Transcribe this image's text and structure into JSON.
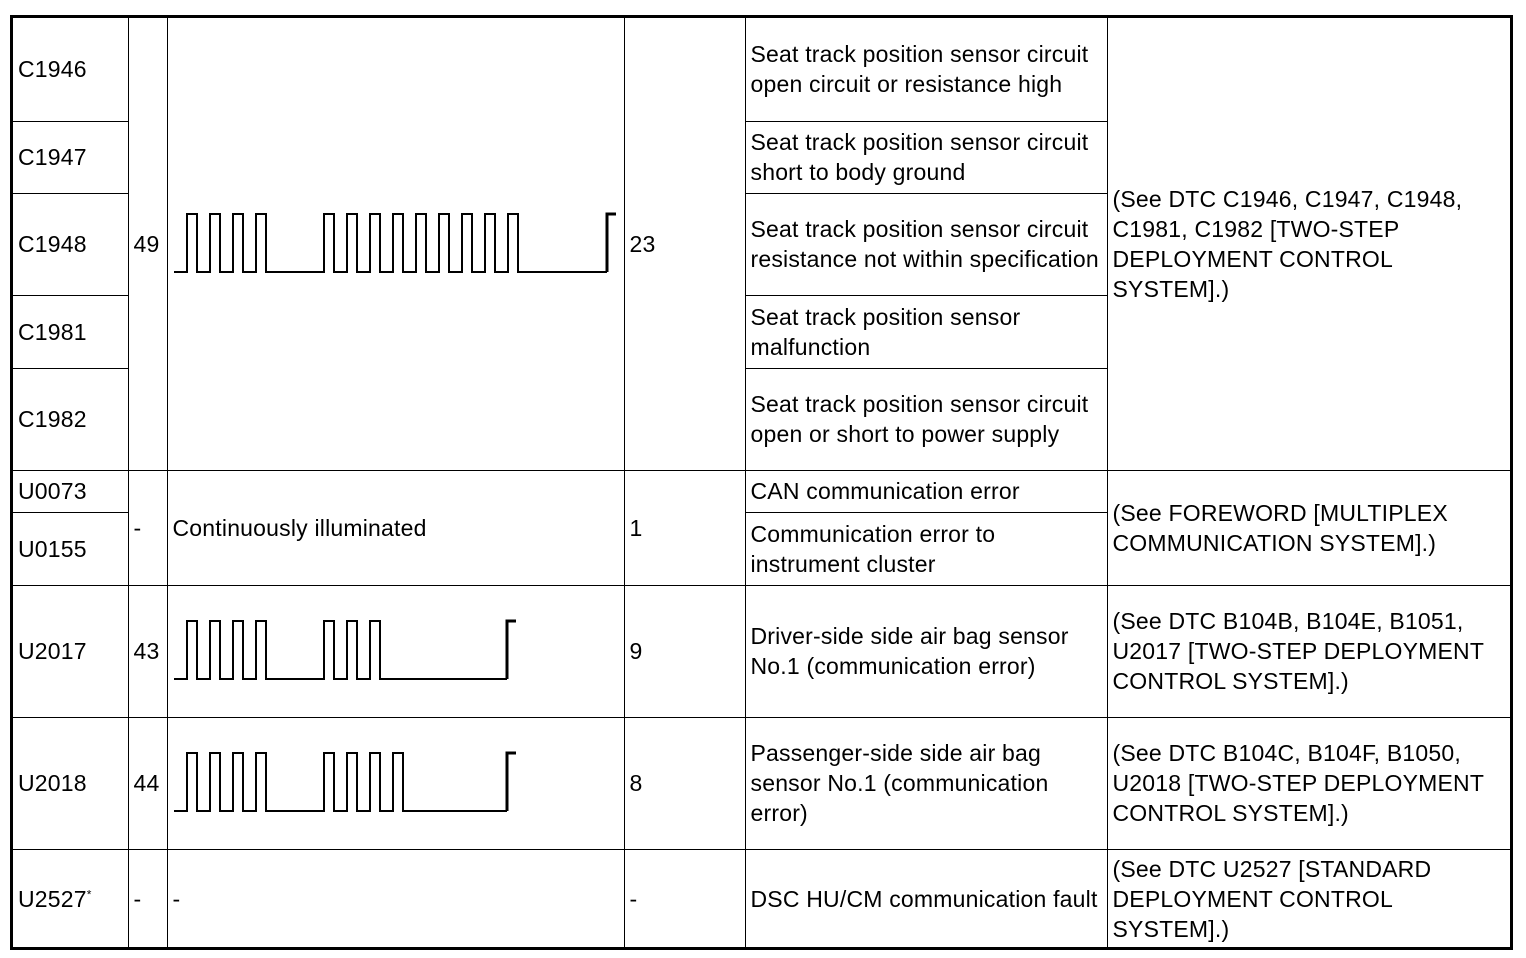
{
  "rows": [
    {
      "code": "C1946",
      "desc": "Seat track position sensor circuit open circuit or resistance high"
    },
    {
      "code": "C1947",
      "desc": "Seat track position sensor circuit short to body ground"
    },
    {
      "code": "C1948",
      "desc": "Seat track position sensor circuit resistance not within specification"
    },
    {
      "code": "C1981",
      "desc": "Seat track position sensor malfunction"
    },
    {
      "code": "C1982",
      "desc": "Seat track position sensor circuit open or short to power supply"
    },
    {
      "code": "U0073",
      "desc": "CAN communication error"
    },
    {
      "code": "U0155",
      "desc": "Communication error to instrument cluster"
    },
    {
      "code": "U2017",
      "desc": "Driver-side side air bag sensor No.1 (communication error)"
    },
    {
      "code": "U2018",
      "desc": "Passenger-side side air bag sensor No.1 (communication error)"
    },
    {
      "code": "U2527",
      "code_mark": "*",
      "desc": "DSC HU/CM communication fault"
    }
  ],
  "groups": {
    "seat": {
      "flash_code": "49",
      "count": "23",
      "ref": "(See DTC C1946, C1947, C1948, C1981, C1982 [TWO-STEP DEPLOYMENT CONTROL SYSTEM].)",
      "pattern": "4 long-period pulses, gap, 9 long-period pulses, gap, end"
    },
    "can": {
      "flash_code": "-",
      "pattern": "Continuously illuminated",
      "count": "1",
      "ref": "(See FOREWORD [MULTIPLEX COMMUNICATION SYSTEM].)"
    },
    "u2017": {
      "flash_code": "43",
      "count": "9",
      "ref": "(See DTC B104B, B104E, B1051, U2017 [TWO-STEP DEPLOYMENT CONTROL SYSTEM].)",
      "pattern": "4 long-period pulses, gap, 3 long-period pulses, gap, end"
    },
    "u2018": {
      "flash_code": "44",
      "count": "8",
      "ref": "(See DTC B104C, B104F, B1050, U2018 [TWO-STEP DEPLOYMENT CONTROL SYSTEM].)",
      "pattern": "4 long-period pulses, gap, 4 long-period pulses, gap, end"
    },
    "u2527": {
      "flash_code": "-",
      "pattern": "-",
      "count": "-",
      "ref": "(See DTC U2527 [STANDARD DEPLOYMENT CONTROL SYSTEM].)"
    }
  }
}
